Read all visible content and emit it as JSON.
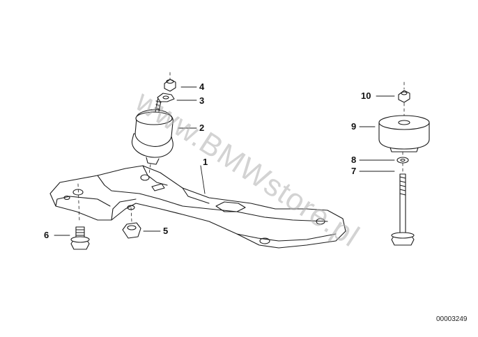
{
  "diagram": {
    "watermark": "www.BMWstore.pl",
    "drawing_number": "00003249",
    "callouts": [
      "1",
      "2",
      "3",
      "4",
      "5",
      "6",
      "7",
      "8",
      "9",
      "10"
    ]
  },
  "colors": {
    "line": "#1a1a1a",
    "watermark": "#b0b0b0",
    "background": "#ffffff"
  }
}
